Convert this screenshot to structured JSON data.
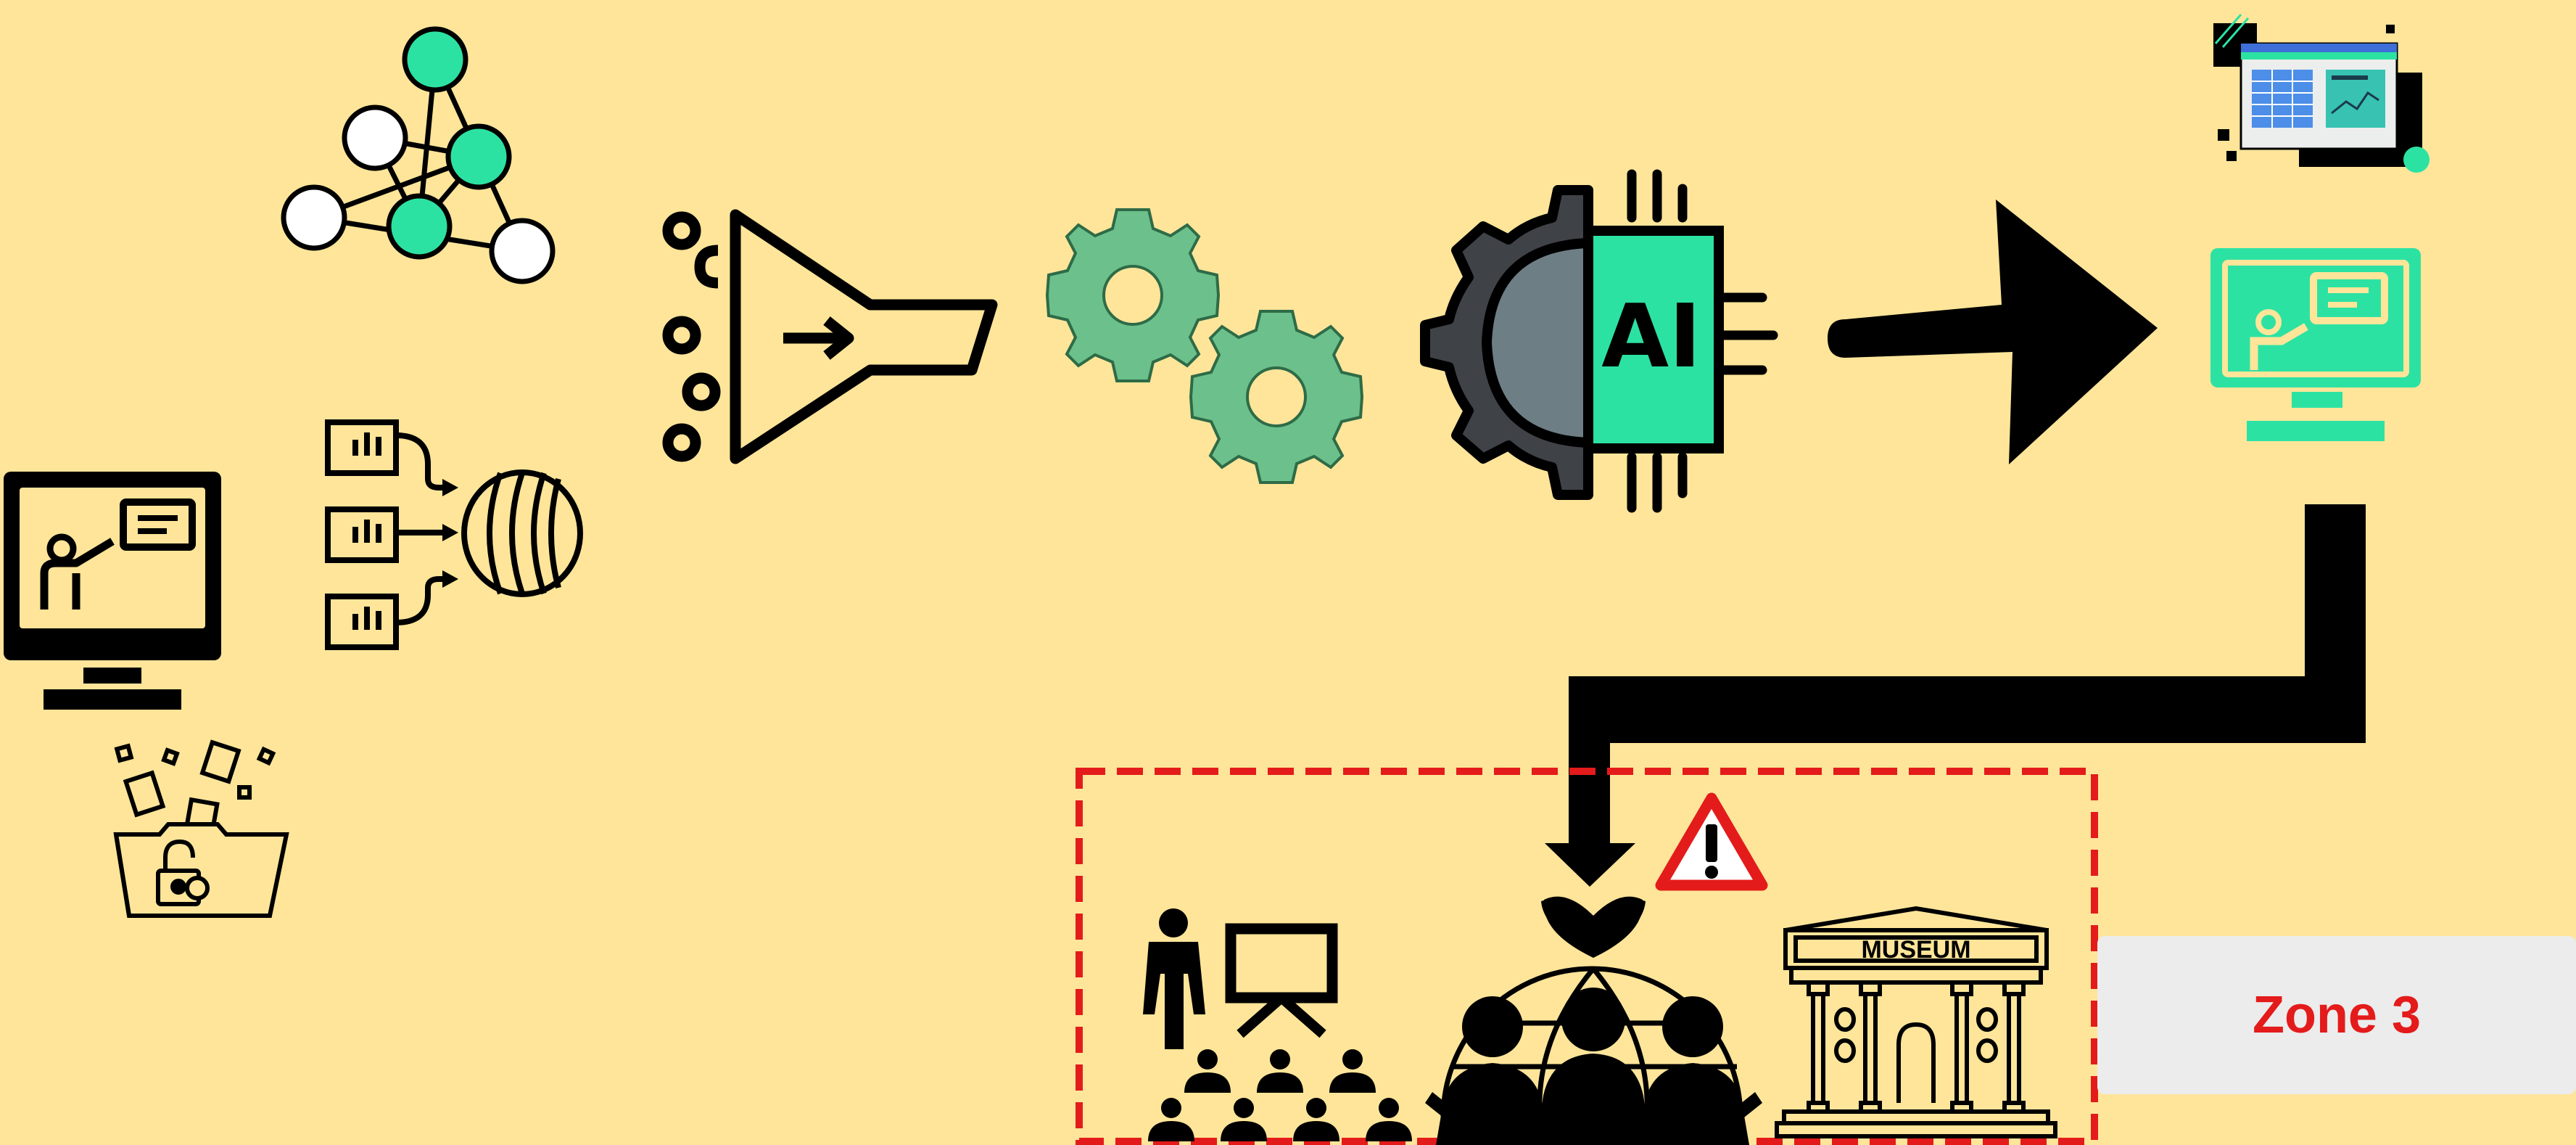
{
  "diagram": {
    "zone_label": "Zone 3",
    "museum_sign": "MUSEUM",
    "ai_chip_text": "AI"
  },
  "colors": {
    "background": "#FEE599",
    "accent_green": "#2CE2A3",
    "gear_green": "#6CC08B",
    "zone_border": "#E41B1B",
    "zone_text": "#E41B1B",
    "zone_box": "#ECECEC",
    "ink": "#000000"
  },
  "icons": [
    "network-graph-icon",
    "presentation-monitor-icon",
    "documents-to-database-icon",
    "locked-folder-icon",
    "funnel-filter-icon",
    "gears-icon",
    "ai-chip-icon",
    "right-arrow-icon",
    "dashboard-window-icon",
    "presentation-monitor-green-icon",
    "connector-arrow-icon",
    "warning-icon",
    "audience-presentation-icon",
    "community-globe-icon",
    "museum-icon"
  ]
}
